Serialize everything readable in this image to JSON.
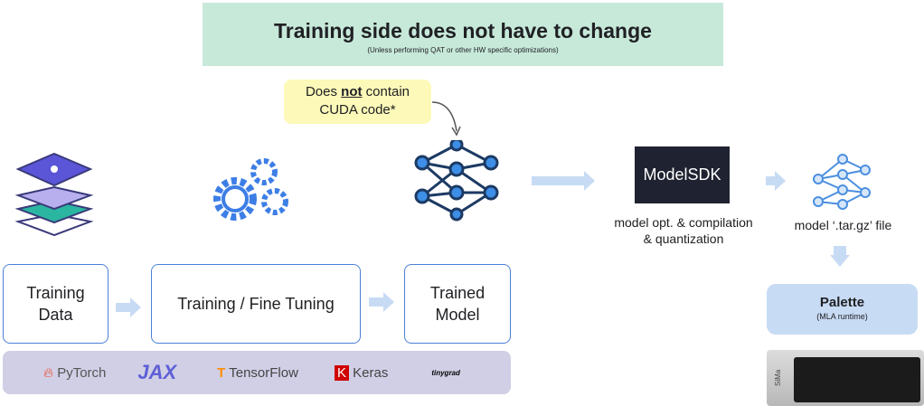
{
  "banner": {
    "title": "Training side does not have to change",
    "subtitle": "(Unless performing QAT or other HW specific optimizations)"
  },
  "callout": {
    "pre": "Does ",
    "bold": "not",
    "post": " contain",
    "line2": "CUDA code*"
  },
  "boxes": {
    "training_data": "Training Data",
    "training": "Training / Fine Tuning",
    "trained_model": "Trained Model"
  },
  "frameworks": [
    "PyTorch",
    "JAX",
    "TensorFlow",
    "Keras",
    "tinygrad"
  ],
  "sdk": {
    "logo": "ModelSDK",
    "caption1": "model opt. & compilation",
    "caption2": "& quantization"
  },
  "output": {
    "caption": "model ‘.tar.gz’ file"
  },
  "palette": {
    "title": "Palette",
    "subtitle": "(MLA runtime)"
  },
  "device": {
    "label": "SiMa"
  },
  "colors": {
    "banner": "#c7e9da",
    "callout": "#fdf9b9",
    "arrow": "#c8dbf4",
    "box_border": "#4a7fd8",
    "logo_bar": "#d1cfe6"
  }
}
